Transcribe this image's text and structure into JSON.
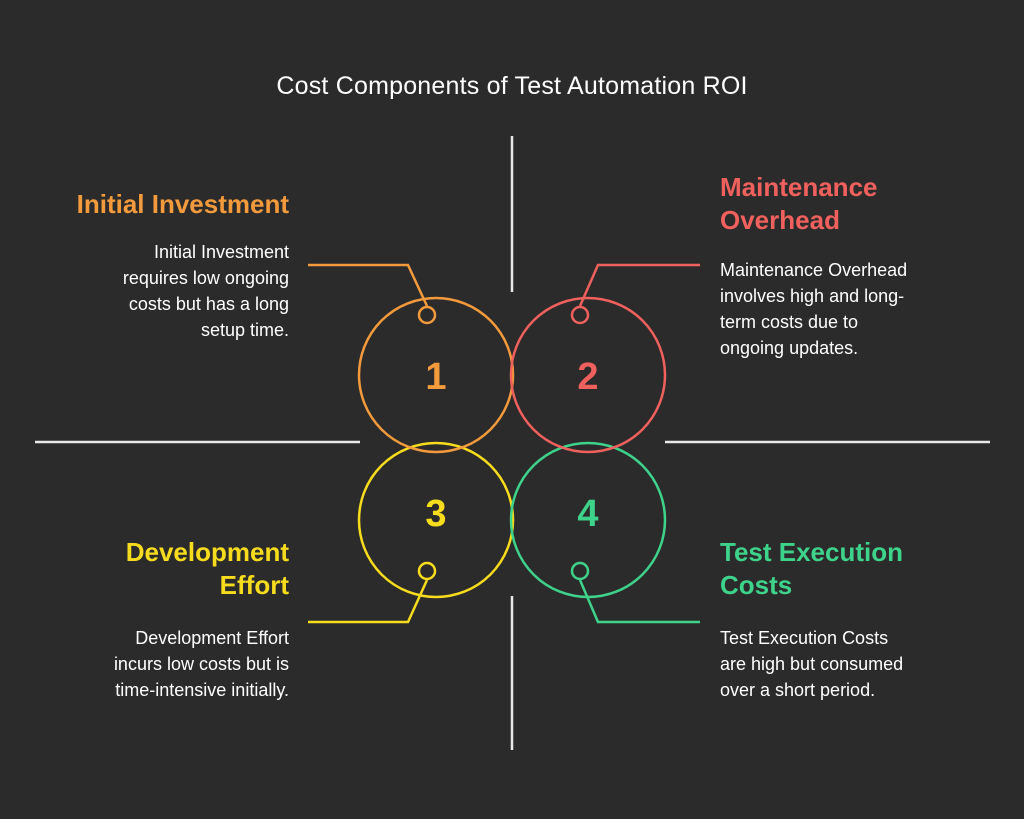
{
  "title": "Cost Components of Test Automation ROI",
  "colors": {
    "background": "#2b2b2b",
    "axis": "#e8e8e8",
    "text": "#ffffff",
    "initial": "#f39a3c",
    "maintenance": "#f0605d",
    "development": "#f6dc1c",
    "execution": "#3ed38a"
  },
  "quadrants": [
    {
      "number": "1",
      "heading": "Initial Investment",
      "description": [
        "Initial Investment",
        "requires low ongoing",
        "costs but has a long",
        "setup time."
      ],
      "color": "#f39a3c"
    },
    {
      "number": "2",
      "heading": "Maintenance Overhead",
      "heading_lines": [
        "Maintenance",
        "Overhead"
      ],
      "description": [
        "Maintenance Overhead",
        "involves high and long-",
        "term costs due to",
        "ongoing updates."
      ],
      "color": "#f0605d"
    },
    {
      "number": "3",
      "heading": "Development Effort",
      "heading_lines": [
        "Development",
        "Effort"
      ],
      "description": [
        "Development Effort",
        "incurs low costs but is",
        "time-intensive initially."
      ],
      "color": "#f6dc1c"
    },
    {
      "number": "4",
      "heading": "Test Execution Costs",
      "heading_lines": [
        "Test Execution",
        "Costs"
      ],
      "description": [
        "Test Execution Costs",
        "are high but consumed",
        "over a short period."
      ],
      "color": "#3ed38a"
    }
  ]
}
